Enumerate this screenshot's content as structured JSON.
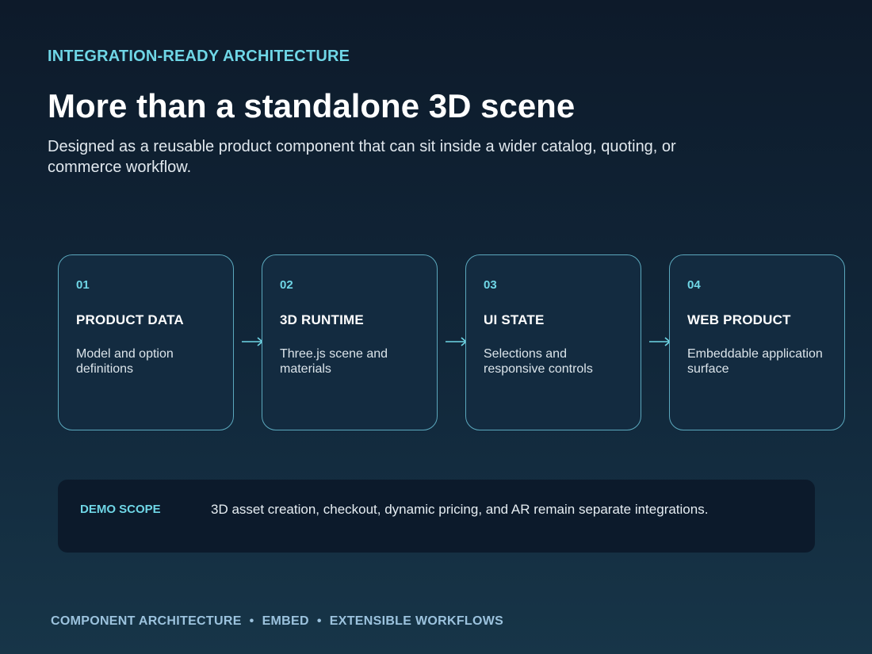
{
  "header": {
    "eyebrow": "INTEGRATION-READY ARCHITECTURE",
    "title": "More than a standalone 3D scene",
    "subtitle": "Designed as a reusable product component that can sit inside a wider catalog, quoting, or commerce workflow."
  },
  "steps": [
    {
      "num": "01",
      "heading": "PRODUCT DATA",
      "desc": "Model and option definitions"
    },
    {
      "num": "02",
      "heading": "3D RUNTIME",
      "desc": "Three.js scene and materials"
    },
    {
      "num": "03",
      "heading": "UI STATE",
      "desc": "Selections and responsive controls"
    },
    {
      "num": "04",
      "heading": "WEB PRODUCT",
      "desc": "Embeddable application surface"
    }
  ],
  "scope": {
    "label": "DEMO SCOPE",
    "text": "3D asset creation, checkout, dynamic pricing, and AR remain separate integrations."
  },
  "footer": {
    "items": [
      "COMPONENT ARCHITECTURE",
      "EMBED",
      "EXTENSIBLE WORKFLOWS"
    ],
    "separator": "•"
  },
  "colors": {
    "accent": "#6fd6e6",
    "card_border": "#5ba8bd",
    "card_fill": "#132b40"
  }
}
